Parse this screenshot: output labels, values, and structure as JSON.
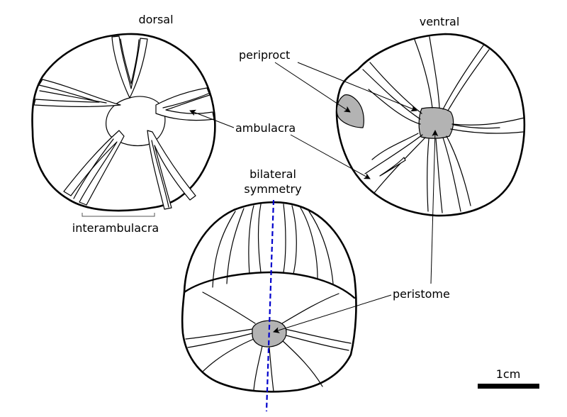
{
  "labels": {
    "dorsal": "dorsal",
    "ventral": "ventral",
    "periproct": "periproct",
    "ambulacra": "ambulacra",
    "interambulacra": "interambulacra",
    "bilateral_line1": "bilateral",
    "bilateral_line2": "symmetry",
    "peristome": "peristome",
    "scale": "1cm"
  },
  "colors": {
    "structure_fill": "#b3b3b3",
    "symmetry_axis": "#0000cc",
    "outline": "#000000"
  }
}
